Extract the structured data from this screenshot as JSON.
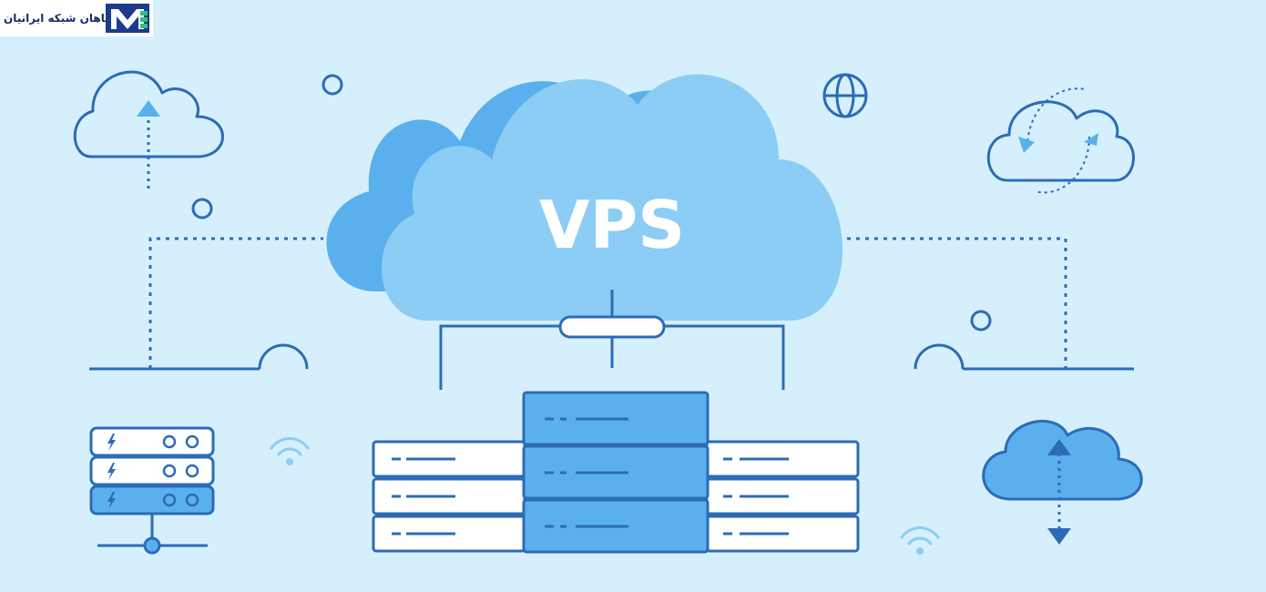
{
  "brand": {
    "name": "ماهان شبکه ایرانیان",
    "logo": "M-brand-logo"
  },
  "hero": {
    "label": "VPS"
  },
  "icons": [
    "cloud-upload-icon",
    "cloud-sync-icon",
    "cloud-transfer-icon",
    "globe-icon",
    "wifi-icon",
    "server-rack-icon",
    "vps-server-stack-icon"
  ],
  "colors": {
    "background": "#d5f0fc",
    "outline": "#2d6bb7",
    "cloud_dark": "#5ab0ec",
    "cloud_light": "#8ccdf5",
    "server_fill": "#5ab0ec",
    "white": "#ffffff"
  }
}
